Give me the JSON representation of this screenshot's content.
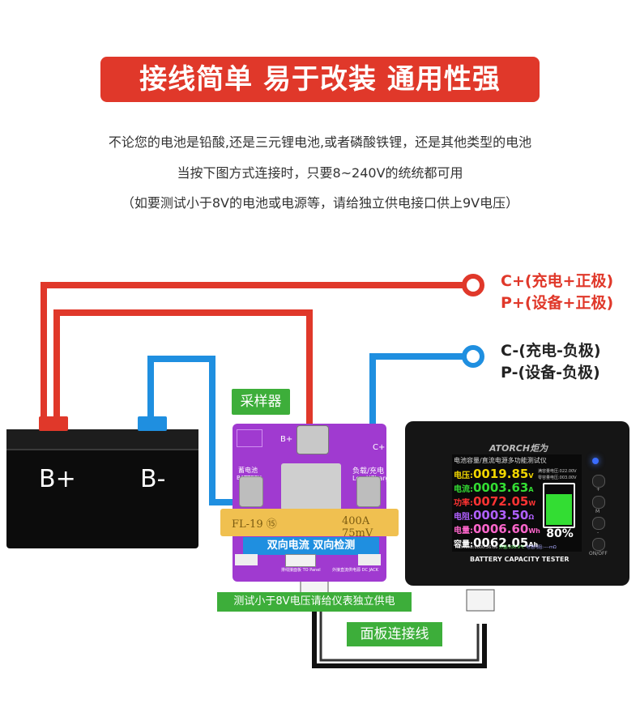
{
  "banner": {
    "title": "接线简单 易于改装 通用性强"
  },
  "intro": {
    "line1": "不论您的电池是铅酸,还是三元锂电池,或者磷酸铁锂，还是其他类型的电池",
    "line2": "当按下图方式连接时，只要8~240V的统统都可用",
    "line3": "（如要测试小于8V的电池或电源等，请给独立供电接口供上9V电压）"
  },
  "legend": {
    "pos1": "C+(充电+正极)",
    "pos2": "P+(设备+正极)",
    "neg1": "C-(充电-负极)",
    "neg2": "P-(设备-负极)"
  },
  "battery": {
    "pos": "B+",
    "neg": "B-"
  },
  "board": {
    "label": "采样器",
    "bplus": "B+",
    "cplus": "C+",
    "battery_small": "蓄电池",
    "battery_en": "BATTERY",
    "load_small": "负载/充电",
    "load_en": "Load/Charge",
    "shunt_left": "FL-19 ⑮",
    "shunt_right": "400A 75mV",
    "bidirect": "双向电流 双向检测",
    "port1": "排线接面板",
    "port1_en": "TO Panel",
    "port2": "外接直流供电源",
    "port2_en": "DC JACK"
  },
  "notes": {
    "low_voltage": "测试小于8V电压请给仪表独立供电",
    "panel_cable": "面板连接线"
  },
  "tester": {
    "brand": "ATORCH炬为",
    "header": "电池容量/直流电源多功能测试仪",
    "voltage_lbl": "电压:",
    "voltage": "0019.85",
    "voltage_unit": "V",
    "current_lbl": "电流:",
    "current": "0003.63",
    "current_unit": "A",
    "power_lbl": "功率:",
    "power": "0072.05",
    "power_unit": "W",
    "res_lbl": "电阻:",
    "res": "0003.50",
    "res_unit": "Ω",
    "energy_lbl": "电量:",
    "energy": "0006.60",
    "energy_unit": "Wh",
    "cap_lbl": "容量:",
    "cap": "0062.05",
    "cap_unit": "Ah",
    "full_v": "满容量电压:022.00V",
    "zero_v": "零容量电压:003.00V",
    "percent": "80%",
    "runtime": "RunTime:0000:36:06",
    "ext_temp": "外温:030.9℃",
    "internal_res": "电池内阻:----mΩ",
    "footer": "BATTERY CAPACITY TESTER",
    "onoff": "ON/OFF",
    "btn_plus": "+",
    "btn_m": "M",
    "btn_minus": "-"
  },
  "colors": {
    "red": "#e0382a",
    "blue": "#1f8fe0",
    "green": "#3dae3a",
    "voltage": "#f2d600",
    "current": "#33dd33",
    "power": "#ff3333",
    "res": "#b060ff",
    "energy": "#ff66cc",
    "cap": "#ffffff"
  }
}
